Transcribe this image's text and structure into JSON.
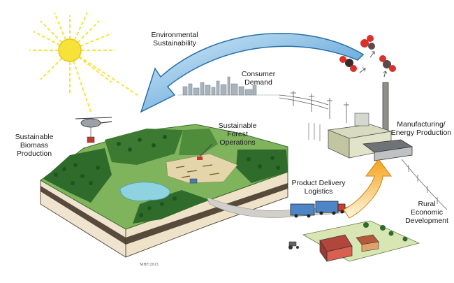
{
  "labels": {
    "environmental": "Environmental\nSustainability",
    "consumer": "Consumer\nDemand",
    "biomass": "Sustainable\nBiomass\nProduction",
    "forest_ops": "Sustainable\nForest\nOperations",
    "manufacturing": "Manufacturing/\nEnergy Production",
    "delivery": "Product Delivery\nLogistics",
    "rural": "Rural\nEconomic\nDevelopment"
  },
  "signature": "MHF/2013",
  "colors": {
    "sun": "#f7e23a",
    "arrow_blue": "#5aa7dd",
    "arrow_orange": "#f6a623",
    "forest_dark": "#2f6b2a",
    "forest_light": "#6aa84f",
    "water": "#8fd3e0",
    "soil": "#e7d9bf"
  },
  "icons": [
    "sun-icon",
    "helicopter-icon",
    "co2-molecule-icon",
    "truck-icon",
    "factory-icon",
    "barn-icon",
    "tractor-icon"
  ]
}
